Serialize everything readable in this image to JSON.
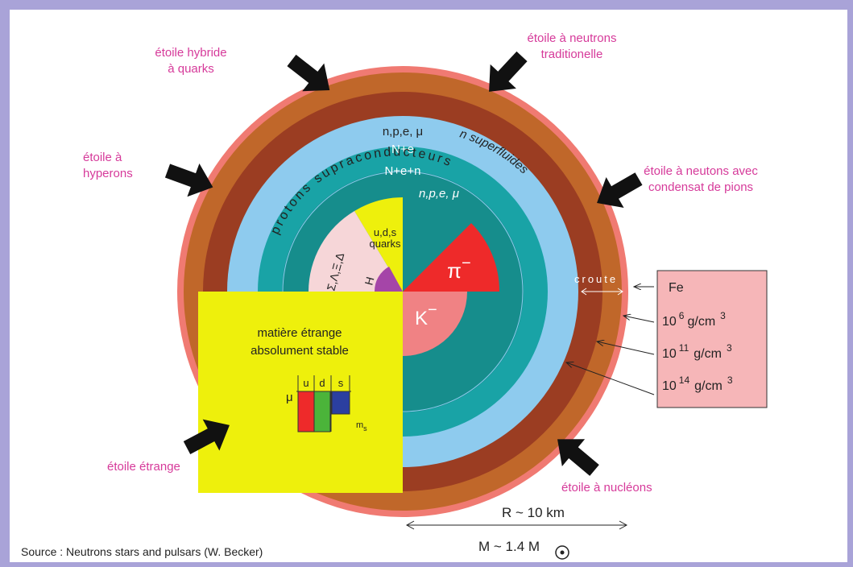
{
  "labels": {
    "hybrid_star": [
      "étoile hybride",
      "à quarks"
    ],
    "traditional_neutron_star": [
      "étoile à neutrons",
      "traditionelle"
    ],
    "hyperon_star": [
      "étoile à",
      "hyperons"
    ],
    "pion_condensate_star": [
      "étoile à neutons avec",
      "condensat de pions"
    ],
    "strange_star": "étoile étrange",
    "nucleon_star": "étoile à nucléons"
  },
  "layers": {
    "outer": "N+e",
    "second": "N+e+n",
    "npe_mu_outer": "n,p,e,  μ",
    "superfluid": "n superfluides",
    "superconducting": "protons supraconducteurs",
    "npe_mu_inner": "n,p,e,  μ",
    "quarks": [
      "u,d,s",
      "quarks"
    ],
    "hyperons": "Σ,Λ,Ξ,Δ",
    "h_particle": "H",
    "pion": "π",
    "kaon": "K",
    "minus": "−",
    "strange_matter": [
      "matière étrange",
      "absolument stable"
    ],
    "fermi_mu": "μ",
    "quark_u": "u",
    "quark_d": "d",
    "quark_s": "s",
    "strange_mass": "m",
    "strange_mass_sub": "s"
  },
  "crust": {
    "label": "croute",
    "element": "Fe",
    "density_1_base": "10",
    "density_1_exp": "6",
    "density_1_unit": "g/cm",
    "density_1_unit_exp": "3",
    "density_2_base": "10",
    "density_2_exp": "11",
    "density_2_unit": "g/cm",
    "density_2_unit_exp": "3",
    "density_3_base": "10",
    "density_3_exp": "14",
    "density_3_unit": "g/cm",
    "density_3_unit_exp": "3"
  },
  "scale": {
    "radius": "R ~ 10 km",
    "mass": "M ~ 1.4 M"
  },
  "source": "Source : Neutrons stars and pulsars (W. Becker)",
  "colors": {
    "outer_rim": "#f07a72",
    "crust_orange": "#c0672a",
    "crust_brown": "#9b3d22",
    "light_blue": "#8ecbee",
    "teal": "#19a3a6",
    "dark_teal": "#168d8c",
    "yellow": "#eef00c",
    "pion_red": "#ee2a2a",
    "kaon_pink": "#f08284",
    "hyperon_pink": "#f6d6d8",
    "purple": "#a545a8",
    "label_pink": "#d63a9a",
    "box_pink": "#f6b6b8"
  }
}
